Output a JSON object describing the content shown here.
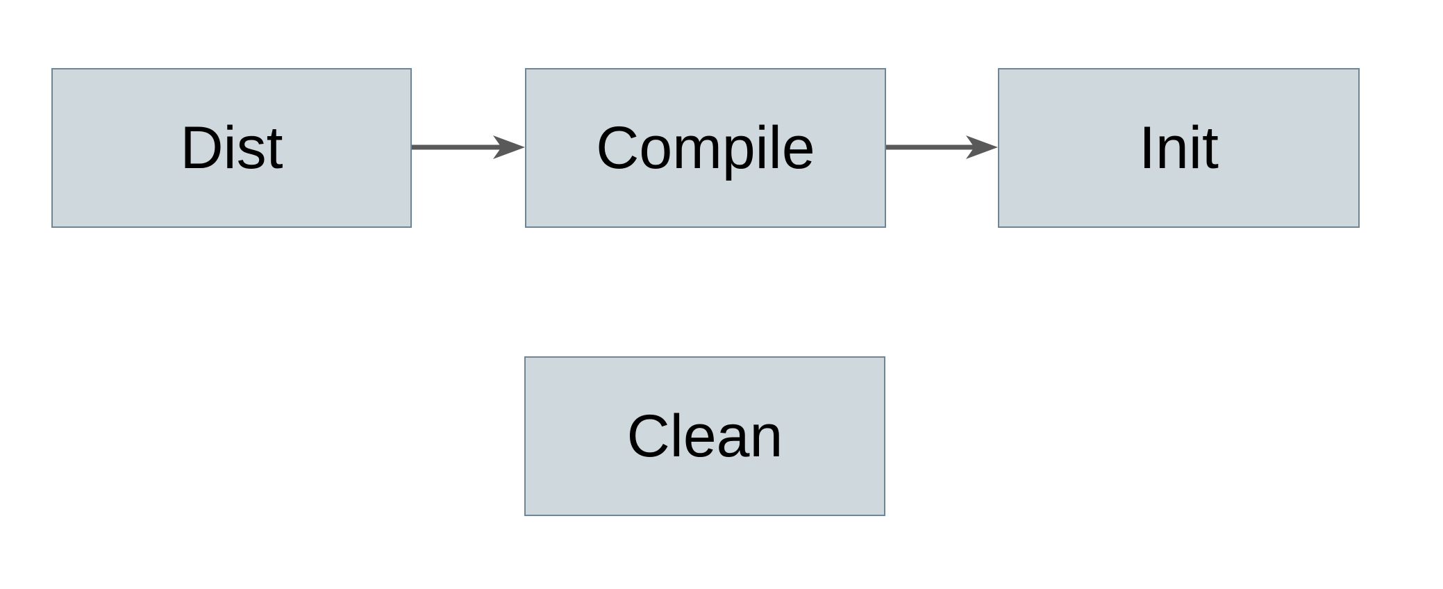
{
  "diagram": {
    "title": "build-tasks-flowchart",
    "colors": {
      "background": "#ffffff",
      "node_fill": "#cfd8dc",
      "node_border": "#6d8594",
      "arrow": "#595959",
      "text": "#000000"
    },
    "nodes": [
      {
        "id": "dist",
        "label": "Dist"
      },
      {
        "id": "compile",
        "label": "Compile"
      },
      {
        "id": "init",
        "label": "Init"
      },
      {
        "id": "clean",
        "label": "Clean"
      }
    ],
    "edges": [
      {
        "from": "dist",
        "to": "compile",
        "style": "solid-arrow"
      },
      {
        "from": "compile",
        "to": "init",
        "style": "solid-arrow"
      }
    ]
  }
}
